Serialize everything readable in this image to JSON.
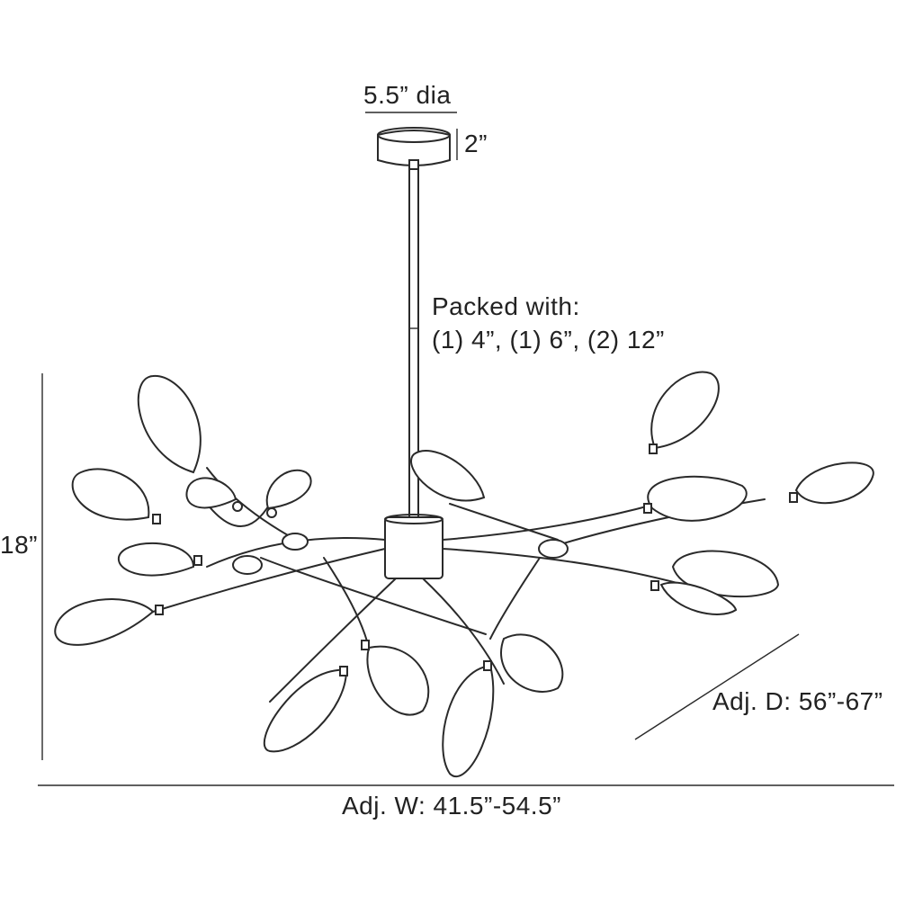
{
  "dimensions": {
    "canopy_diameter": "5.5” dia",
    "canopy_height": "2”",
    "height": "18”",
    "depth": "Adj. D: 56”-67”",
    "width": "Adj. W: 41.5”-54.5”"
  },
  "packing": {
    "line1": "Packed with:",
    "line2": "(1) 4”, (1) 6”, (2) 12”"
  },
  "colors": {
    "line": "#2a2a2a",
    "background": "#ffffff"
  }
}
